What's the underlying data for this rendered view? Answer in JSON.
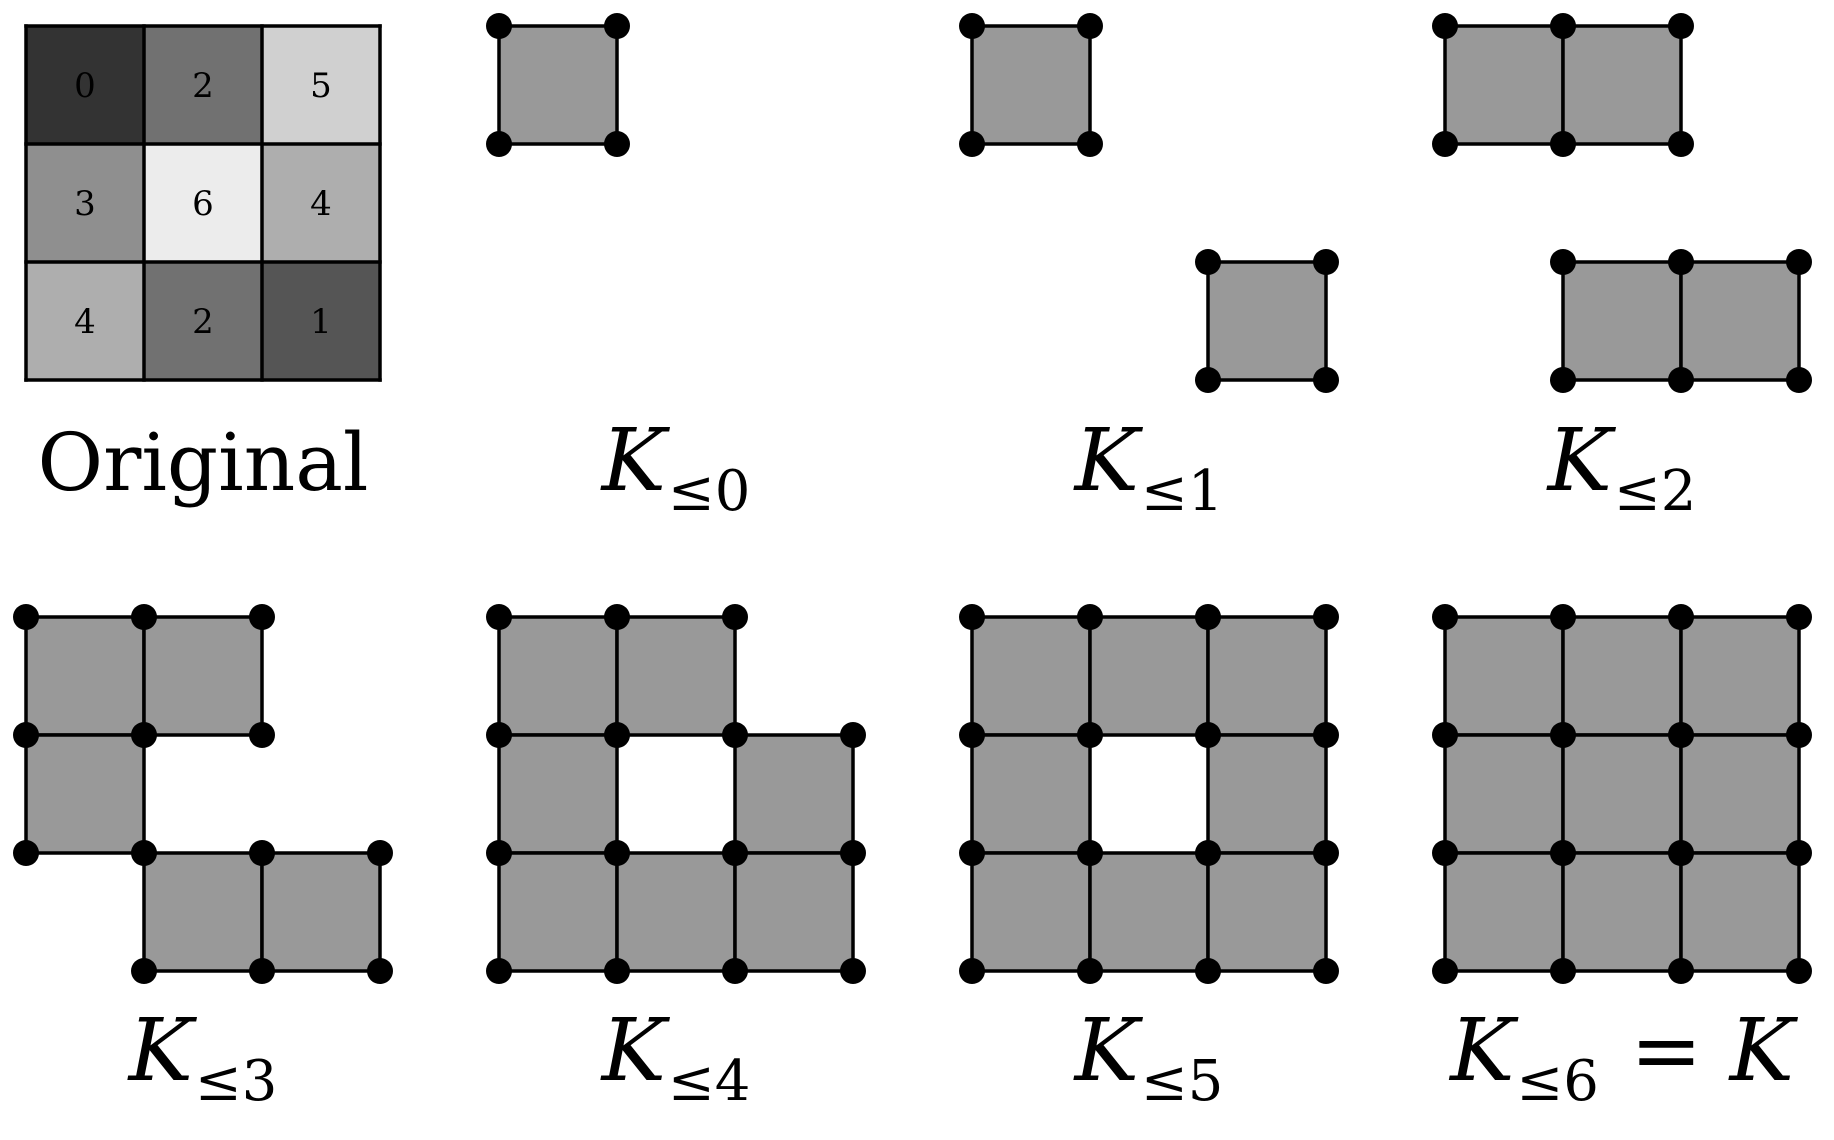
{
  "image": {
    "values": [
      [
        0,
        2,
        5
      ],
      [
        3,
        6,
        4
      ],
      [
        4,
        2,
        1
      ]
    ],
    "shades": {
      "0": "#333333",
      "1": "#555555",
      "2": "#717171",
      "3": "#8f8f8f",
      "4": "#aeaeae",
      "5": "#d0d0d0",
      "6": "#ececec"
    },
    "caption": "Original"
  },
  "filtration": [
    {
      "threshold": 0,
      "label": {
        "main": "K",
        "sub": "≤0",
        "suffix": ""
      }
    },
    {
      "threshold": 1,
      "label": {
        "main": "K",
        "sub": "≤1",
        "suffix": ""
      }
    },
    {
      "threshold": 2,
      "label": {
        "main": "K",
        "sub": "≤2",
        "suffix": ""
      }
    },
    {
      "threshold": 3,
      "label": {
        "main": "K",
        "sub": "≤3",
        "suffix": ""
      }
    },
    {
      "threshold": 4,
      "label": {
        "main": "K",
        "sub": "≤4",
        "suffix": ""
      }
    },
    {
      "threshold": 5,
      "label": {
        "main": "K",
        "sub": "≤5",
        "suffix": ""
      }
    },
    {
      "threshold": 6,
      "label": {
        "main": "K",
        "sub": "≤6",
        "suffix": " = K"
      }
    }
  ],
  "colors": {
    "cell": "#999999",
    "edge": "#000000",
    "background": "#ffffff"
  }
}
